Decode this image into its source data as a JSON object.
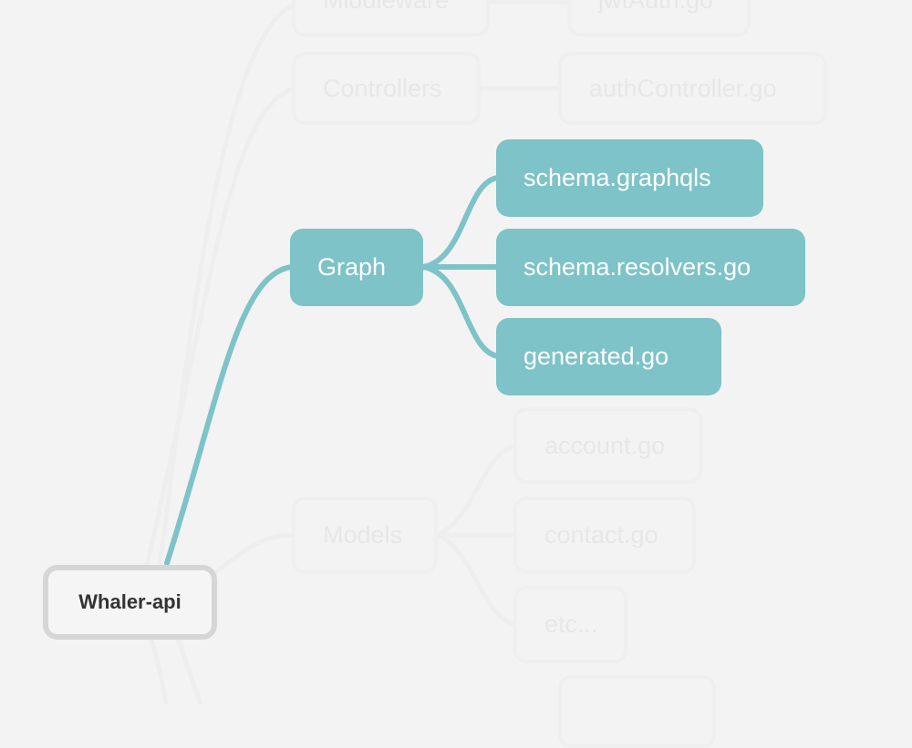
{
  "colors": {
    "background": "#f3f3f3",
    "active_branch": "#7dc3c8",
    "faded": "#efefef",
    "root_border": "#d6d6d6"
  },
  "root": {
    "label": "Whaler-api"
  },
  "branches": {
    "middleware": {
      "label": "Middleware",
      "children": [
        "jwtAuth.go"
      ]
    },
    "controllers": {
      "label": "Controllers",
      "children": [
        "authController.go"
      ]
    },
    "graph": {
      "label": "Graph",
      "children": [
        "schema.graphqls",
        "schema.resolvers.go",
        "generated.go"
      ]
    },
    "models": {
      "label": "Models",
      "children": [
        "account.go",
        "contact.go",
        "etc..."
      ]
    }
  }
}
